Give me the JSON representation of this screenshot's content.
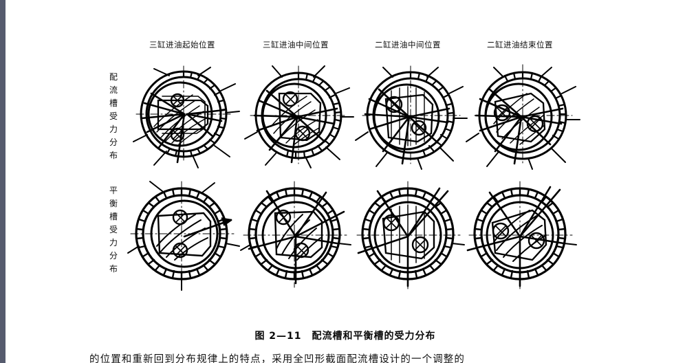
{
  "figure": {
    "caption": "图 2—11　配流槽和平衡槽的受力分布",
    "column_headers": [
      "三缸进油起始位置",
      "三缸进油中间位置",
      "二缸进油中间位置",
      "二缸进油结束位置"
    ],
    "row_labels": [
      {
        "chars": [
          "配",
          "流",
          "槽",
          "受",
          "力",
          "分",
          "布"
        ]
      },
      {
        "chars": [
          "平",
          "衡",
          "槽",
          "受",
          "力",
          "分",
          "布"
        ]
      }
    ],
    "ink_color": "#000000",
    "paper_color": "#ffffff"
  },
  "body_text": {
    "clipped_line": "的位置和重新回到分布规律上的特点，采用全凹形截面配流槽设计的一个调整的"
  },
  "viewer": {
    "gutter_color": "#565b6e"
  }
}
